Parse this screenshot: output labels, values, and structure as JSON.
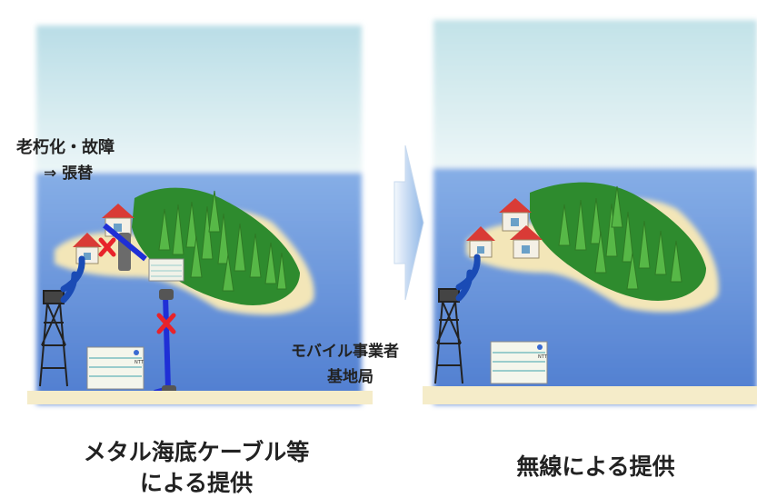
{
  "left": {
    "annotation_line1": "老朽化・故障",
    "annotation_line2": "⇒ 張替",
    "caption_line1": "メタル海底ケーブル等",
    "caption_line2": "による提供"
  },
  "middle": {
    "station_line1": "モバイル事業者",
    "station_line2": "基地局"
  },
  "right": {
    "caption": "無線による提供"
  },
  "logo_text": "NTT",
  "colors": {
    "sky": "#d2ebf0",
    "sea": "#6f9ad8",
    "cable": "#1f2fd6",
    "cross": "#e8232a",
    "sand": "#f5ecc9",
    "forest": "#2e8b2e",
    "arrow": "#a9c8ea"
  }
}
